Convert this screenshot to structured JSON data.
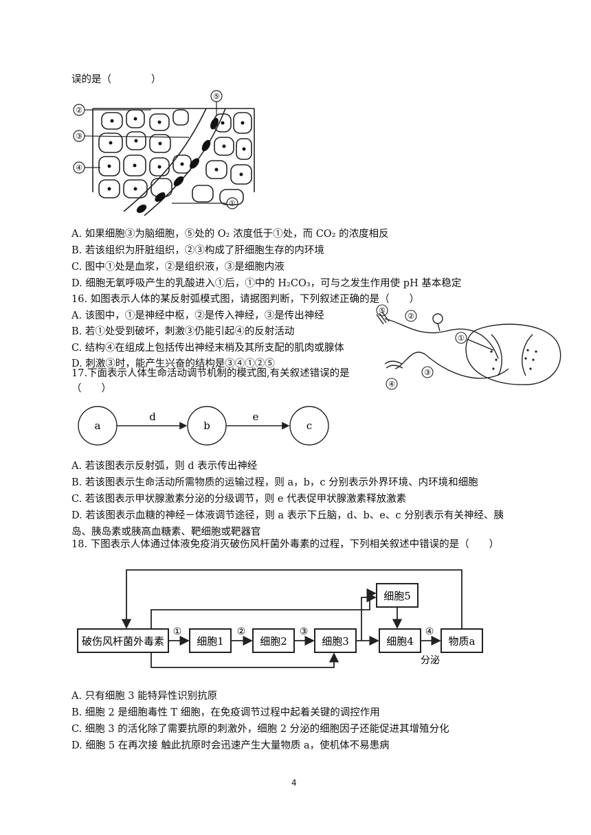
{
  "q15": {
    "stem_tail": "误的是（　　　　）",
    "figure_labels": [
      "⑤",
      "②",
      "③",
      "④",
      "①"
    ],
    "options": [
      "A. 如果细胞③为脑细胞，⑤处的 O₂ 浓度低于①处，而 CO₂ 的浓度相反",
      "B. 若该组织为肝脏组织，②③构成了肝细胞生存的内环境",
      "C. 图中①处是血浆，②是组织液，③是细胞内液",
      "D. 细胞无氧呼吸产生的乳酸进入①后，①中的 H₂CO₃，可与之发生作用使 pH 基本稳定"
    ]
  },
  "q16": {
    "stem": "16.  如图表示人体的某反射弧模式图，请据图判断，下列叙述正确的是（　　）",
    "figure_labels": [
      "⑤",
      "②",
      "①",
      "④",
      "③"
    ],
    "options": [
      "A. 该图中，①是神经中枢，②是传入神经，③是传出神经",
      "B. 若①处受到破坏，刺激③仍能引起④的反射活动",
      "C. 结构④在组成上包括传出神经末梢及其所支配的肌肉或腺体",
      "D. 刺激③时，能产生兴奋的结构是③④①②⑤"
    ]
  },
  "q17": {
    "stem": "17.下面表示人体生命活动调节机制的模式图,有关叙述错误的是",
    "paren": "（　　）",
    "nodes": [
      "a",
      "b",
      "c"
    ],
    "arrows": [
      "d",
      "e"
    ],
    "options": [
      "A. 若该图表示反射弧，则 d 表示传出神经",
      "B. 若该图表示生命活动所需物质的运输过程，则 a，b，c 分别表示外界环境、内环境和细胞",
      "C. 若该图表示甲状腺激素分泌的分级调节，则 e 代表促甲状腺激素释放激素",
      "D. 若该图表示血糖的神经－体液调节途径，则 a 表示下丘脑，d、b、e、c 分别表示有关神经、胰",
      "岛、胰岛素或胰高血糖素、靶细胞或靶器官"
    ]
  },
  "q18": {
    "stem": "18.  下图表示人体通过体液免疫消灭破伤风杆菌外毒素的过程，下列相关叙述中错误的是（　　）",
    "boxes": [
      "破伤风杆菌外毒素",
      "细胞1",
      "细胞2",
      "细胞3",
      "细胞4",
      "物质a",
      "细胞5"
    ],
    "steps": [
      "①",
      "②",
      "③",
      "④"
    ],
    "secrete": "分泌",
    "options": [
      "A. 只有细胞 3 能特异性识别抗原",
      "B. 细胞 2 是细胞毒性 T 细胞，在免疫调节过程中起着关键的调控作用",
      "C. 细胞 3 的活化除了需要抗原的刺激外，细胞 2 分泌的细胞因子还能促进其增殖分化",
      "D. 细胞 5 在再次接 触此抗原时会迅速产生大量物质 a，使机体不易患病"
    ]
  },
  "page_number": "4"
}
